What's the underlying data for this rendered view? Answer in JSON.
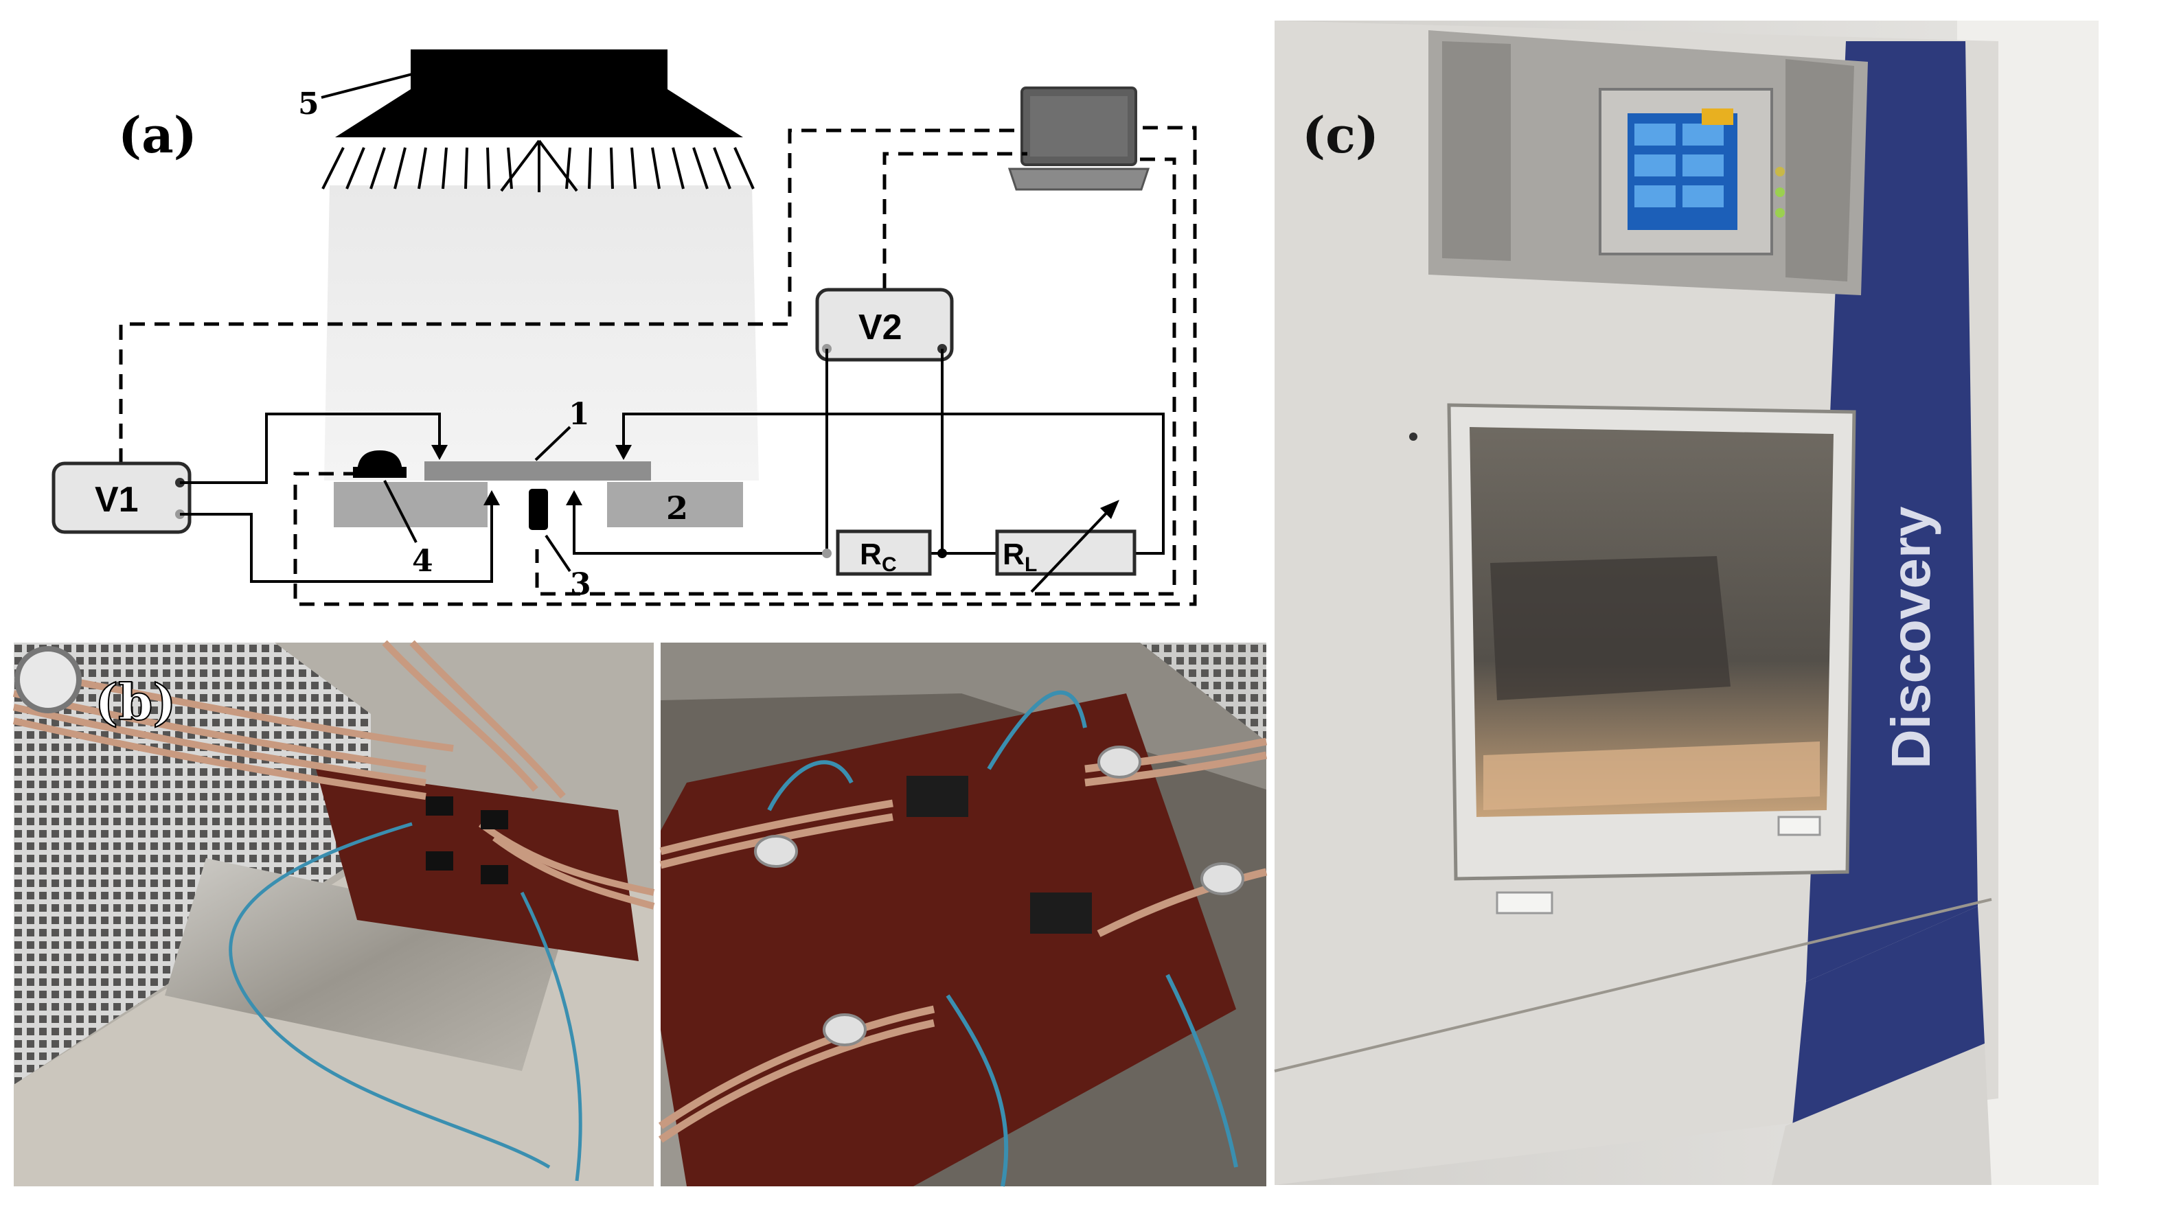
{
  "panel_a": {
    "label": "(a)",
    "callouts": {
      "n1": "1",
      "n2": "2",
      "n3": "3",
      "n4": "4",
      "n5": "5"
    },
    "instruments": {
      "v1": "V1",
      "v2": "V2"
    },
    "resistors": {
      "rc_main": "R",
      "rc_sub": "C",
      "rl_main": "R",
      "rl_sub": "L"
    }
  },
  "panel_b": {
    "label": "(b)"
  },
  "panel_c": {
    "label": "(c)",
    "brand": "Discovery"
  },
  "colors": {
    "chamber_body": "#dcdad6",
    "brand_stripe": "#2d3a7c",
    "board": "#5e1c14",
    "cable": "#c89a80",
    "cable_blue": "#3a8fb0"
  }
}
